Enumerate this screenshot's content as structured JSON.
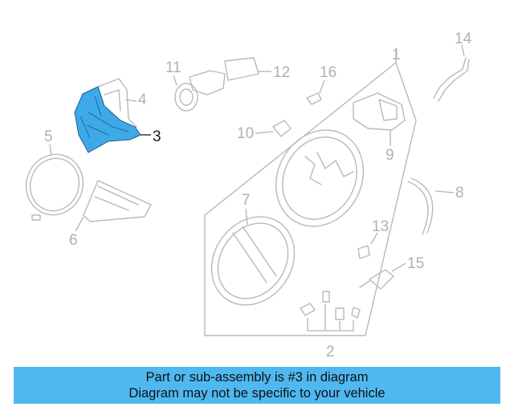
{
  "diagram": {
    "highlight_part": "3",
    "highlight_color": "#3ea9e8",
    "part_stroke_color": "#b9b9b9",
    "callouts": [
      "1",
      "2",
      "3",
      "4",
      "5",
      "6",
      "7",
      "8",
      "9",
      "10",
      "11",
      "12",
      "13",
      "14",
      "15",
      "16"
    ]
  },
  "banner": {
    "line1": "Part or sub-assembly is #3 in diagram",
    "line2": "Diagram may not be specific to your vehicle",
    "background": "#4fb8f0"
  }
}
